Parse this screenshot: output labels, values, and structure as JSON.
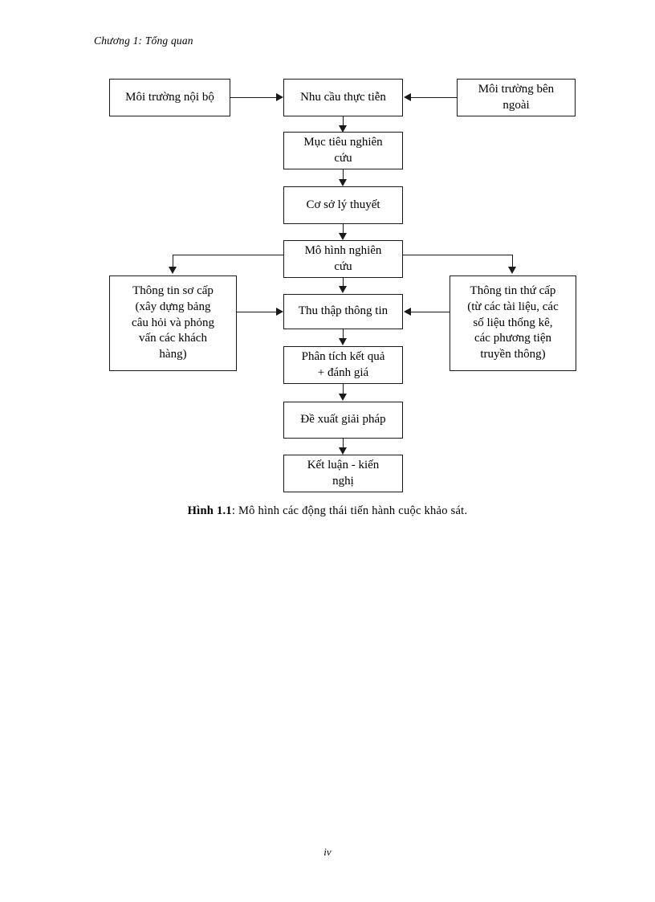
{
  "document": {
    "running_header": "Chương 1: Tổng quan",
    "page_number": "iv"
  },
  "figure": {
    "caption_label": "Hình 1.1",
    "caption_separator": ": ",
    "caption_text": "Mô hình các động thái tiến hành cuộc khảo sát.",
    "nodes": [
      {
        "id": "moi-truong-noi-bo",
        "lines": [
          "Môi trường nội bộ"
        ]
      },
      {
        "id": "nhu-cau-thuc-tien",
        "lines": [
          "Nhu cầu thực tiễn"
        ]
      },
      {
        "id": "moi-truong-ben-ngoai",
        "lines": [
          "Môi trường bên",
          "ngoài"
        ]
      },
      {
        "id": "muc-tieu-nghien-cuu",
        "lines": [
          "Mục tiêu nghiên",
          "cứu"
        ]
      },
      {
        "id": "co-so-ly-thuyet",
        "lines": [
          "Cơ sở lý thuyết"
        ]
      },
      {
        "id": "mo-hinh-nghien-cuu",
        "lines": [
          "Mô hình nghiên",
          "cứu"
        ]
      },
      {
        "id": "thong-tin-so-cap",
        "lines": [
          "Thông tin sơ cấp",
          "(xây dựng bảng",
          "câu hỏi và phỏng",
          "vấn các khách",
          "hàng)"
        ]
      },
      {
        "id": "thu-thap-thong-tin",
        "lines": [
          "Thu thập thông tin"
        ]
      },
      {
        "id": "thong-tin-thu-cap",
        "lines": [
          "Thông tin thứ cấp",
          "(từ các tài liệu, các",
          "số liệu thống kê,",
          "các phương tiện",
          "truyền thông)"
        ]
      },
      {
        "id": "phan-tich-ket-qua",
        "lines": [
          "Phân tích kết quả",
          "+ đánh giá"
        ]
      },
      {
        "id": "de-xuat-giai-phap",
        "lines": [
          "Đề xuất giải pháp"
        ]
      },
      {
        "id": "ket-luan-kien-nghi",
        "lines": [
          "Kết luận - kiến",
          "nghị"
        ]
      }
    ],
    "edges": [
      {
        "from": "moi-truong-noi-bo",
        "to": "nhu-cau-thuc-tien",
        "direction": "right"
      },
      {
        "from": "moi-truong-ben-ngoai",
        "to": "nhu-cau-thuc-tien",
        "direction": "left"
      },
      {
        "from": "nhu-cau-thuc-tien",
        "to": "muc-tieu-nghien-cuu",
        "direction": "down"
      },
      {
        "from": "muc-tieu-nghien-cuu",
        "to": "co-so-ly-thuyet",
        "direction": "down"
      },
      {
        "from": "co-so-ly-thuyet",
        "to": "mo-hinh-nghien-cuu",
        "direction": "down"
      },
      {
        "from": "mo-hinh-nghien-cuu",
        "to": "thong-tin-so-cap",
        "direction": "left-down"
      },
      {
        "from": "mo-hinh-nghien-cuu",
        "to": "thong-tin-thu-cap",
        "direction": "right-down"
      },
      {
        "from": "mo-hinh-nghien-cuu",
        "to": "thu-thap-thong-tin",
        "direction": "down"
      },
      {
        "from": "thong-tin-so-cap",
        "to": "thu-thap-thong-tin",
        "direction": "right"
      },
      {
        "from": "thong-tin-thu-cap",
        "to": "thu-thap-thong-tin",
        "direction": "left"
      },
      {
        "from": "thu-thap-thong-tin",
        "to": "phan-tich-ket-qua",
        "direction": "down"
      },
      {
        "from": "phan-tich-ket-qua",
        "to": "de-xuat-giai-phap",
        "direction": "down"
      },
      {
        "from": "de-xuat-giai-phap",
        "to": "ket-luan-kien-nghi",
        "direction": "down"
      }
    ],
    "colors": {
      "stroke": "#1a1a1a",
      "fill": "#ffffff",
      "text": "#000000"
    }
  }
}
